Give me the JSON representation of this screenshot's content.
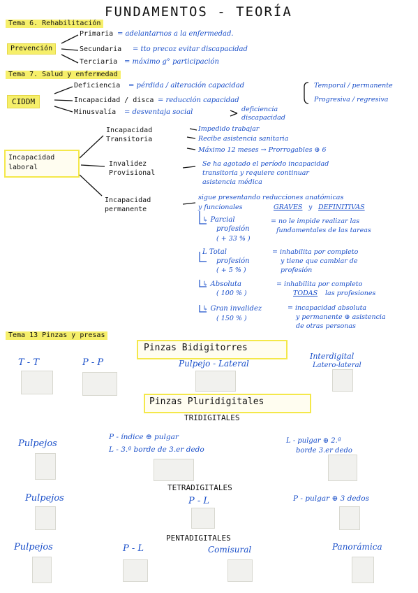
{
  "title": "FUNDAMENTOS - TEORÍA",
  "tema6": {
    "header": "Tema 6. Rehabilitación",
    "prevencion": "Prevención",
    "primaria_label": "Primaria",
    "primaria_value": "= adelantarnos a la enfermedad.",
    "secundaria_label": "Secundaria",
    "secundaria_value": "= tto precoz evitar discapacidad",
    "terciaria_label": "Terciaria",
    "terciaria_value": "= máximo g° participación"
  },
  "tema7": {
    "header": "Tema 7. Salud y enfermedad",
    "ciddm": "CIDDM",
    "deficiencia_label": "Deficiencia",
    "deficiencia_value": "= pérdida / alteración capacidad",
    "incapacidad_label": "Incapacidad / disca",
    "incapacidad_value": "= reducción capacidad",
    "minusvalia_label": "Minusvalía",
    "minusvalia_value": "= desventaja social",
    "temporal": "Temporal / permanente",
    "progresiva": "Progresiva / regresiva",
    "deficiencia_r": "deficiencia",
    "discapacidad_r": "discapacidad"
  },
  "incapacidad_laboral": {
    "label_1": "Incapacidad",
    "label_2": "laboral",
    "transitoria_1": "Incapacidad",
    "transitoria_2": "Transitoria",
    "transitoria_items": [
      "Impedido trabajar",
      "Recibe asistencia sanitaria",
      "Máximo 12 meses → Prorrogables ⊕ 6"
    ],
    "provisional_1": "Invalidez",
    "provisional_2": "Provisional",
    "provisional_lines": [
      "Se ha agotado el período incapacidad",
      "transitoria y requiere continuar",
      "asistencia médica"
    ],
    "permanente_1": "Incapacidad",
    "permanente_2": "permanente",
    "permanente_lines": [
      "sigue presentando reducciones anatómicas",
      "y funcionales"
    ],
    "graves": "GRAVES",
    "y": "y",
    "definitivas": "DEFINITIVAS",
    "parcial_1": "↳ Parcial",
    "parcial_2": "profesión",
    "parcial_3": "( + 33 % )",
    "parcial_desc": [
      "= no le impide realizar las",
      "fundamentales de las tareas"
    ],
    "total_1": "L Total",
    "total_2": "profesión",
    "total_3": "( + 5 % )",
    "total_desc": [
      "= inhabilita por completo",
      "y tiene que cambiar de",
      "profesión"
    ],
    "absoluta_1": "↳ Absoluta",
    "absoluta_2": "( 100 % )",
    "absoluta_desc_1": "= inhabilita por completo",
    "absoluta_desc_2a": "TODAS",
    "absoluta_desc_2b": "las profesiones",
    "gran_1": "↳ Gran invalidez",
    "gran_2": "( 150 % )",
    "gran_desc": [
      "= incapacidad absoluta",
      "y permanente ⊕ asistencia",
      "de otras personas"
    ]
  },
  "tema13": {
    "header": "Tema 13 Pinzas y presas",
    "bidigitales": "Pinzas Bidigitorres",
    "tt": "T - T",
    "pp": "P - P",
    "pulpejo_lateral": "Pulpejo - Lateral",
    "interdigital_1": "Interdigital",
    "interdigital_2": "Latero-lateral",
    "pluridigitales": "Pinzas Pluridigitales",
    "tridigitales": "TRIDIGITALES",
    "tri_pulpejos": "Pulpejos",
    "tri_mid_1": "P - índice ⊕ pulgar",
    "tri_mid_2": "L - 3.ª borde de 3.er dedo",
    "tri_right_1": "L - pulgar ⊕ 2.ª",
    "tri_right_2": "borde 3.er dedo",
    "tetradigitales": "TETRADIGITALES",
    "tetra_pulpejos": "Pulpejos",
    "tetra_pl": "P - L",
    "tetra_right": "P - pulgar ⊕ 3 dedos",
    "pentadigitales": "PENTADIGITALES",
    "penta_pulpejos": "Pulpejos",
    "penta_pl": "P - L",
    "penta_comisural": "Comisural",
    "penta_panoramica": "Panorámica"
  }
}
